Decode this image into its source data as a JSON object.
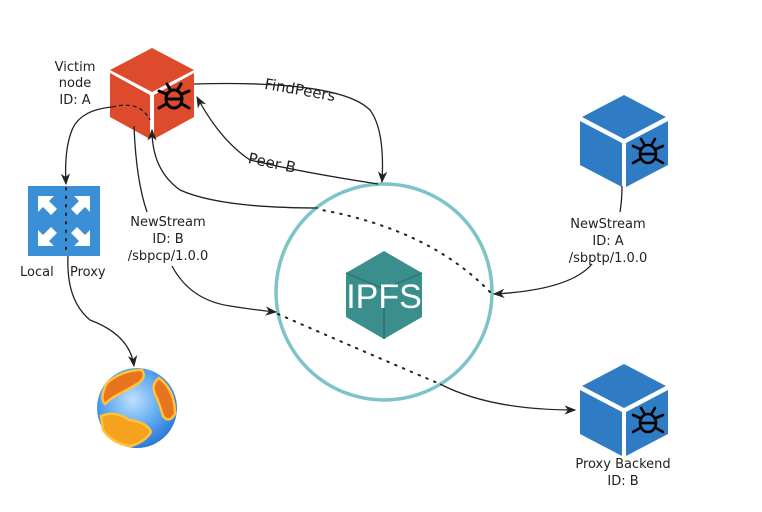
{
  "colors": {
    "victim": "#de4a2c",
    "peer": "#2f7bc4",
    "proxy_icon": "#3b8fd6",
    "ipfs_ring": "#7cc4c6",
    "ipfs_logo": "#3a8f8c",
    "edge": "#222222"
  },
  "nodes": {
    "victim": {
      "label_line1": "Victim",
      "label_line2": "node",
      "label_line3": "ID: A",
      "icon": "bug-cube-icon"
    },
    "local_proxy": {
      "label_left": "Local",
      "label_right": "Proxy",
      "icon": "expand-arrows-icon"
    },
    "internet": {
      "icon": "globe-icon"
    },
    "ipfs": {
      "label": "IPFS",
      "icon": "ipfs-cube-icon"
    },
    "peer_a": {
      "label_line1": "NewStream",
      "label_line2": "ID: A",
      "label_line3": "/sbptp/1.0.0",
      "icon": "bug-cube-icon"
    },
    "proxy_backend": {
      "label_line1": "Proxy Backend",
      "label_line2": "ID: B",
      "icon": "bug-cube-icon"
    }
  },
  "edges": {
    "find_peers": "FindPeers",
    "peer_b": "Peer B",
    "newstream_b_line1": "NewStream",
    "newstream_b_line2": "ID: B",
    "newstream_b_line3": "/sbpcp/1.0.0"
  }
}
